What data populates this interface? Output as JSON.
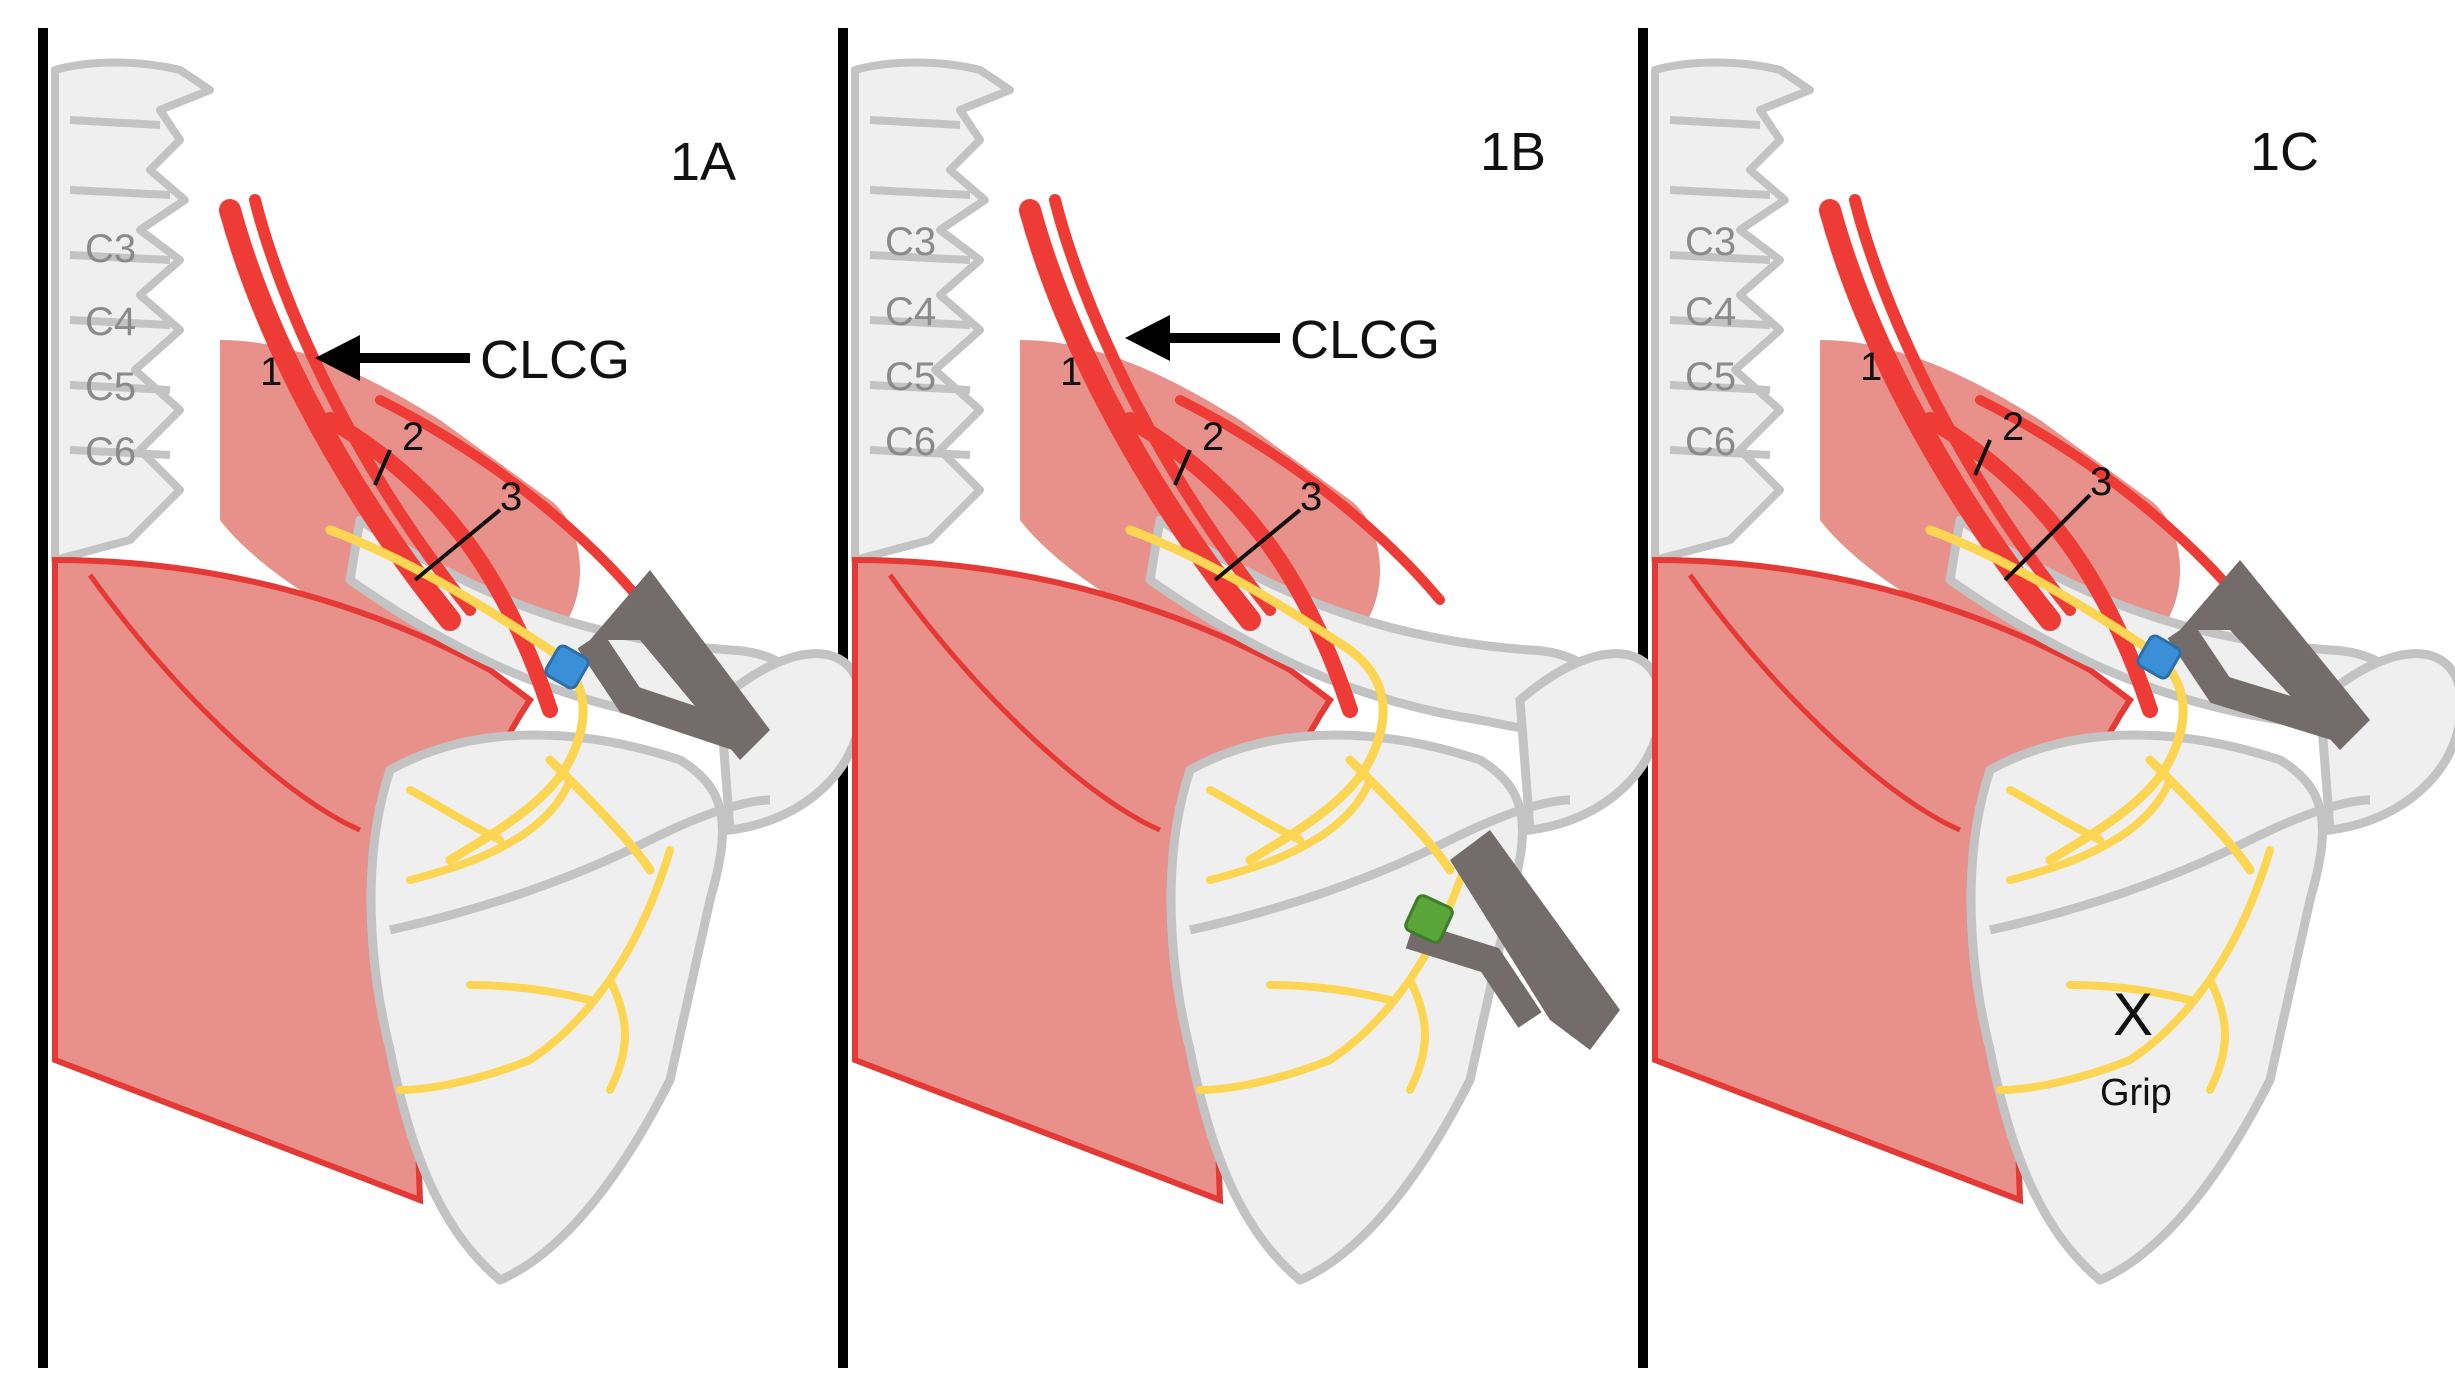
{
  "panels": [
    {
      "label": "1A",
      "vertebrae": [
        "C3",
        "C4",
        "C5",
        "C6"
      ],
      "numbers": [
        "1",
        "2",
        "3"
      ],
      "arrow_label": "CLCG",
      "clamp_position": "suprascapular-notch",
      "clip_color": "#3a8fd6"
    },
    {
      "label": "1B",
      "vertebrae": [
        "C3",
        "C4",
        "C5",
        "C6"
      ],
      "numbers": [
        "1",
        "2",
        "3"
      ],
      "arrow_label": "CLCG",
      "clamp_position": "spinoglenoid-notch",
      "clip_color": "#5aa53a"
    },
    {
      "label": "1C",
      "vertebrae": [
        "C3",
        "C4",
        "C5",
        "C6"
      ],
      "numbers": [
        "1",
        "2",
        "3"
      ],
      "x_mark": "X",
      "grip_label": "Grip",
      "clamp_position": "suprascapular-notch",
      "clip_color": "#3a8fd6"
    }
  ],
  "colors": {
    "muscle": "#e8908a",
    "muscle_outline": "#e53935",
    "vessel": "#ef3b36",
    "nerve": "#fcd652",
    "bone": "#efefef",
    "bone_outline": "#c3c3c3",
    "clamp": "#746b6b",
    "divider": "#000000"
  }
}
